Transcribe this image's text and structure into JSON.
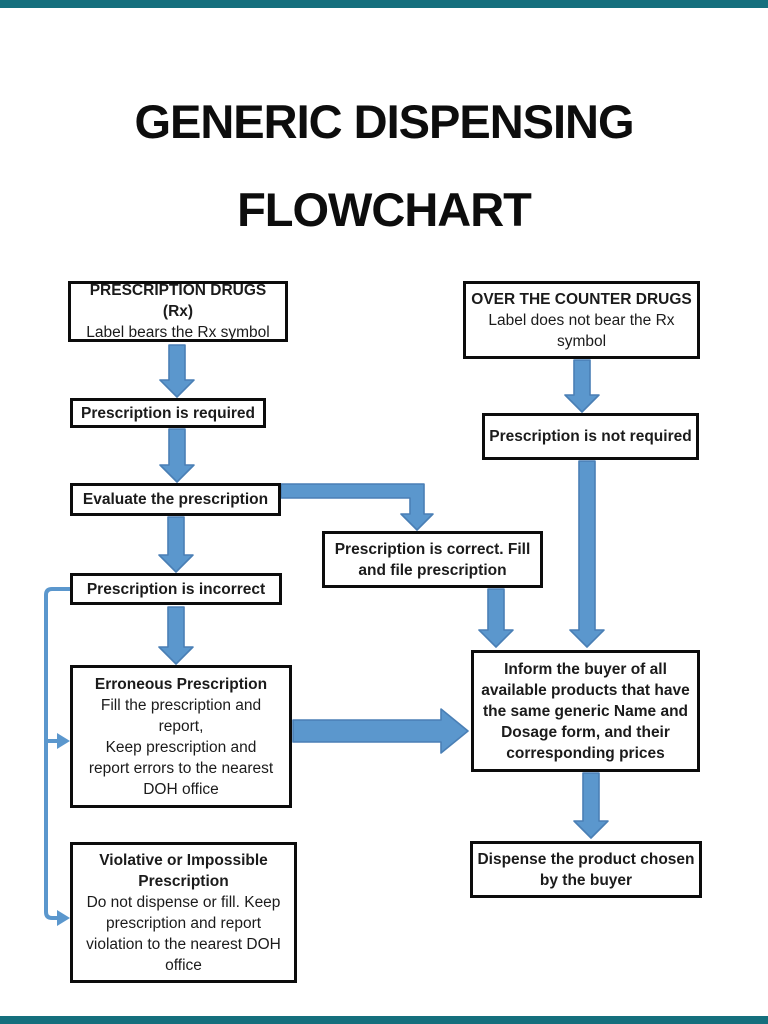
{
  "page": {
    "background": "#ffffff",
    "top_bar_color": "#156f7d",
    "bottom_bar_color": "#156f7d"
  },
  "title": {
    "line1": "GENERIC DISPENSING",
    "line2": "FLOWCHART"
  },
  "colors": {
    "arrow_fill": "#5b97cd",
    "arrow_border": "#4a7fb5",
    "box_border": "#0c0c0c",
    "box_background": "#ffffff",
    "text": "#1b1b1b"
  },
  "flowchart": {
    "nodes": {
      "rx_drugs": {
        "title": "PRESCRIPTION DRUGS (Rx)",
        "lines": [
          "Label bears the Rx symbol"
        ]
      },
      "otc_drugs": {
        "title": "OVER THE COUNTER DRUGS",
        "lines": [
          "Label does not bear the Rx",
          "symbol"
        ]
      },
      "rx_required": {
        "lines": [
          "Prescription is required"
        ]
      },
      "evaluate": {
        "lines": [
          "Evaluate the prescription"
        ]
      },
      "correct": {
        "lines": [
          "Prescription is correct. Fill",
          "and file prescription"
        ]
      },
      "incorrect": {
        "lines": [
          "Prescription is incorrect"
        ]
      },
      "not_required": {
        "lines": [
          "Prescription is not required"
        ]
      },
      "erroneous": {
        "title": "Erroneous Prescription",
        "lines": [
          "Fill the prescription and",
          "report,",
          "Keep prescription and",
          "report errors to the nearest",
          "DOH office"
        ]
      },
      "inform": {
        "lines": [
          "Inform the buyer of all",
          "available products that have",
          "the same generic Name and",
          "Dosage form, and their",
          "corresponding prices"
        ]
      },
      "violative": {
        "title_lines": [
          "Violative or Impossible",
          "Prescription"
        ],
        "lines": [
          "Do not dispense or fill. Keep",
          "prescription and report",
          "violation to the nearest DOH",
          "office"
        ]
      },
      "dispense": {
        "lines": [
          "Dispense the product chosen",
          "by the buyer"
        ]
      }
    },
    "connections": [
      {
        "from": "prescription-drugs",
        "to": "prescription-required"
      },
      {
        "from": "prescription-required",
        "to": "evaluate-prescription"
      },
      {
        "from": "evaluate-prescription",
        "to": "prescription-incorrect"
      },
      {
        "from": "evaluate-prescription",
        "to": "prescription-correct"
      },
      {
        "from": "prescription-incorrect",
        "to": "erroneous-prescription"
      },
      {
        "from": "prescription-incorrect",
        "to": "violative-prescription"
      },
      {
        "from": "over-the-counter-drugs",
        "to": "prescription-not-required"
      },
      {
        "from": "prescription-not-required",
        "to": "inform-buyer"
      },
      {
        "from": "prescription-correct",
        "to": "inform-buyer"
      },
      {
        "from": "erroneous-prescription",
        "to": "inform-buyer"
      },
      {
        "from": "inform-buyer",
        "to": "dispense-product"
      }
    ]
  }
}
